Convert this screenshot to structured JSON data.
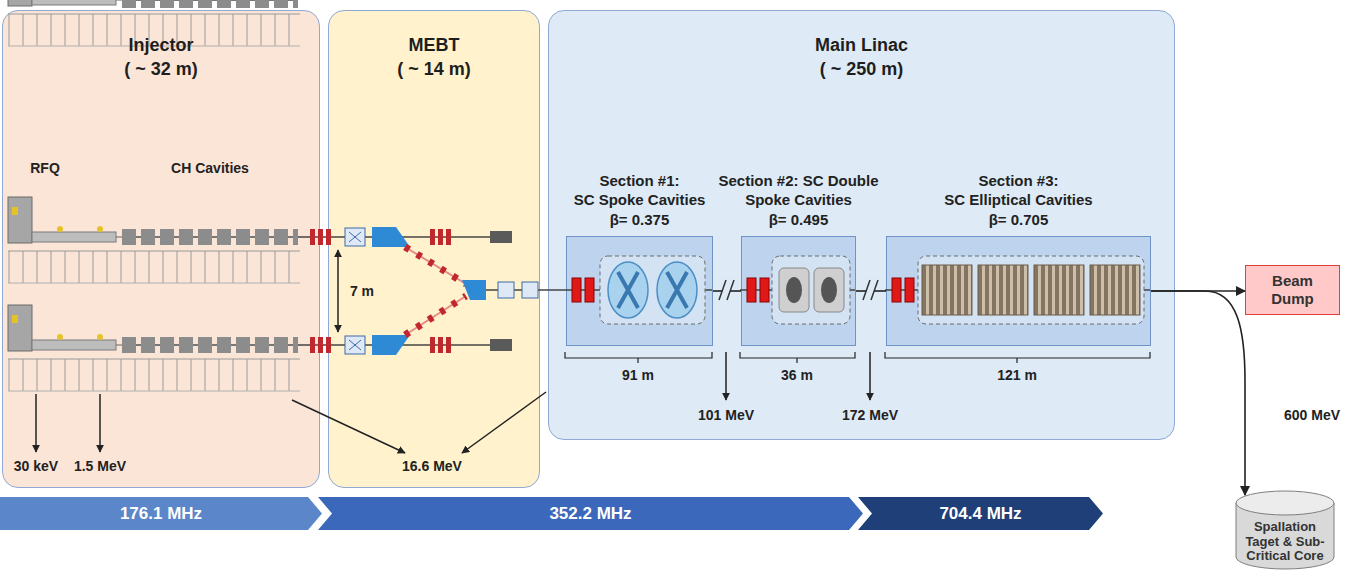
{
  "diagram": {
    "nodes": [
      {
        "text": [
          "Injector ( ~ 32 m)"
        ]
      },
      {
        "text": [
          "MEBT ( ~ 14 m)"
        ]
      },
      {
        "text": [
          "Main Linac ( ~ 250 m)"
        ]
      },
      {
        "text": [
          "Section #1: SC Spoke Cavities",
          "β= 0.375"
        ],
        "in": 2
      },
      {
        "text": [
          "Section #2: SC Double Spoke Cavities",
          "β= 0.495"
        ],
        "in": 2
      },
      {
        "text": [
          "Section #3: SC Elliptical Cavities",
          "β= 0.705"
        ],
        "in": 2
      },
      {
        "text": [
          "Beam Dump"
        ]
      },
      {
        "text": [
          "Spallation Taget & Sub-Critical Core"
        ]
      },
      {
        "text": [
          "176.1 MHz"
        ]
      },
      {
        "text": [
          "352.2 MHz"
        ]
      },
      {
        "text": [
          "704.4 MHz"
        ]
      }
    ],
    "edges": [
      {
        "from": 3,
        "to": 4,
        "arrow": "none"
      },
      {
        "from": 4,
        "to": 5,
        "arrow": "none"
      },
      {
        "from": 5,
        "to": 6,
        "arrow": "to"
      },
      {
        "from": 5,
        "to": 7,
        "arrow": "to"
      }
    ],
    "labels": [
      "RFQ",
      "CH Cavities",
      "30 keV",
      "1.5 MeV",
      "7 m",
      "16.6 MeV",
      "91 m",
      "101 MeV",
      "36 m",
      "172 MeV",
      "121 m",
      "600 MeV"
    ]
  }
}
